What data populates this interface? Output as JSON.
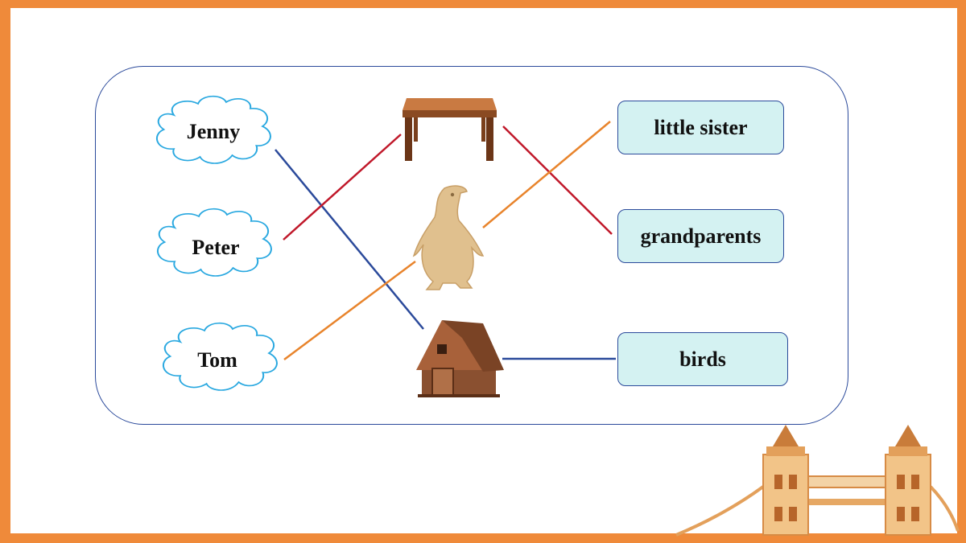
{
  "names": [
    {
      "id": "jenny",
      "label": "Jenny"
    },
    {
      "id": "peter",
      "label": "Peter"
    },
    {
      "id": "tom",
      "label": "Tom"
    }
  ],
  "objects": [
    {
      "id": "table",
      "icon": "table-icon"
    },
    {
      "id": "penguin",
      "icon": "penguin-icon"
    },
    {
      "id": "house",
      "icon": "wooden-house-icon"
    }
  ],
  "targets": [
    {
      "id": "little-sister",
      "label": "little sister"
    },
    {
      "id": "grandparents",
      "label": "grandparents"
    },
    {
      "id": "birds",
      "label": "birds"
    }
  ],
  "connections": [
    {
      "from": "Jenny",
      "to": "wooden-house-icon",
      "color": "#2b4a9b"
    },
    {
      "from": "Peter",
      "to": "table-icon",
      "color": "#c0182a"
    },
    {
      "from": "table-icon",
      "to": "grandparents",
      "color": "#c0182a"
    },
    {
      "from": "Tom",
      "to": "penguin-icon",
      "color": "#e8842c"
    },
    {
      "from": "penguin-icon",
      "to": "little sister",
      "color": "#e8842c"
    },
    {
      "from": "wooden-house-icon",
      "to": "birds",
      "color": "#2b4a9b"
    }
  ],
  "colors": {
    "frame": "#ef8a3a",
    "panel_border": "#2b4a9b",
    "cloud_border": "#29a8e0",
    "box_fill": "#d4f2f2"
  },
  "decoration": {
    "icon": "tower-bridge-icon"
  }
}
